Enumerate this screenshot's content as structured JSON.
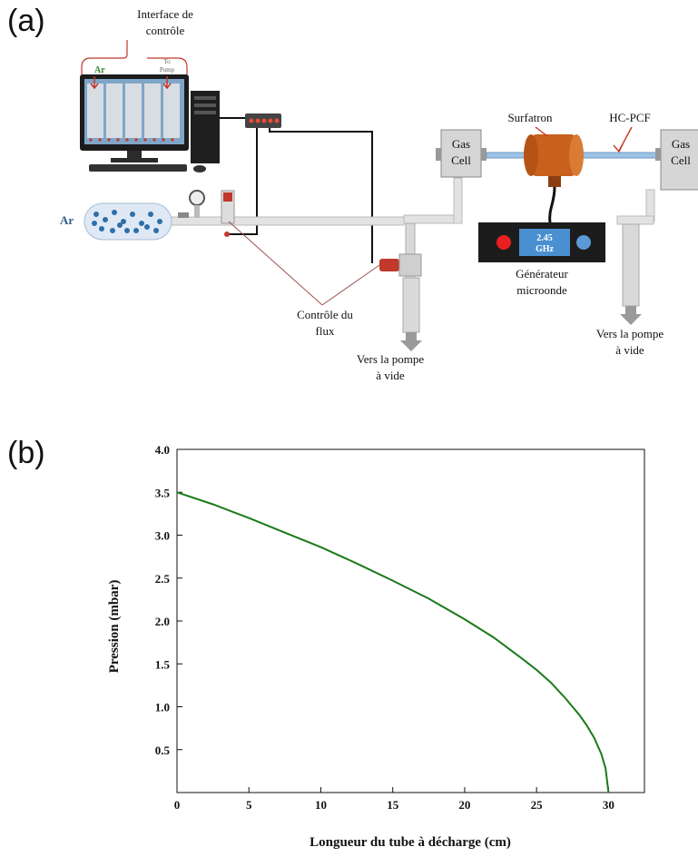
{
  "panels": {
    "a": "(a)",
    "b": "(b)"
  },
  "diagram": {
    "interface_label_1": "Interface de",
    "interface_label_2": "contrôle",
    "ar_screen": "Ar",
    "to_pump_1": "To",
    "to_pump_2": "Pump",
    "ar_tank": "Ar",
    "gas_cell_1": "Gas",
    "gas_cell_2": "Cell",
    "surfatron": "Surfatron",
    "hcpcf": "HC-PCF",
    "generator_freq_1": "2.45",
    "generator_freq_2": "GHz",
    "generator_label_1": "Générateur",
    "generator_label_2": "microonde",
    "flow_label_1": "Contrôle du",
    "flow_label_2": "flux",
    "pump_left_1": "Vers la pompe",
    "pump_left_2": "à vide",
    "pump_right_1": "Vers la pompe",
    "pump_right_2": "à vide"
  },
  "chart_data": {
    "type": "line",
    "xlabel": "Longueur du tube à décharge (cm)",
    "ylabel": "Pression (mbar)",
    "xlim": [
      0,
      32.5
    ],
    "ylim": [
      0,
      4.0
    ],
    "xticks": [
      "0",
      "5",
      "10",
      "15",
      "20",
      "25",
      "30"
    ],
    "yticks": [
      "0.5",
      "1.0",
      "1.5",
      "2.0",
      "2.5",
      "3.0",
      "3.5",
      "4.0"
    ],
    "series": [
      {
        "color": "#1a7a1a",
        "x": [
          0,
          2.5,
          5,
          7.5,
          10,
          12.5,
          15,
          17.5,
          20,
          22,
          24,
          25,
          26,
          27,
          28,
          28.5,
          29,
          29.5,
          29.8,
          30
        ],
        "y": [
          3.5,
          3.36,
          3.2,
          3.03,
          2.86,
          2.67,
          2.47,
          2.26,
          2.02,
          1.81,
          1.56,
          1.43,
          1.28,
          1.1,
          0.9,
          0.78,
          0.64,
          0.45,
          0.28,
          0.0
        ]
      }
    ]
  }
}
